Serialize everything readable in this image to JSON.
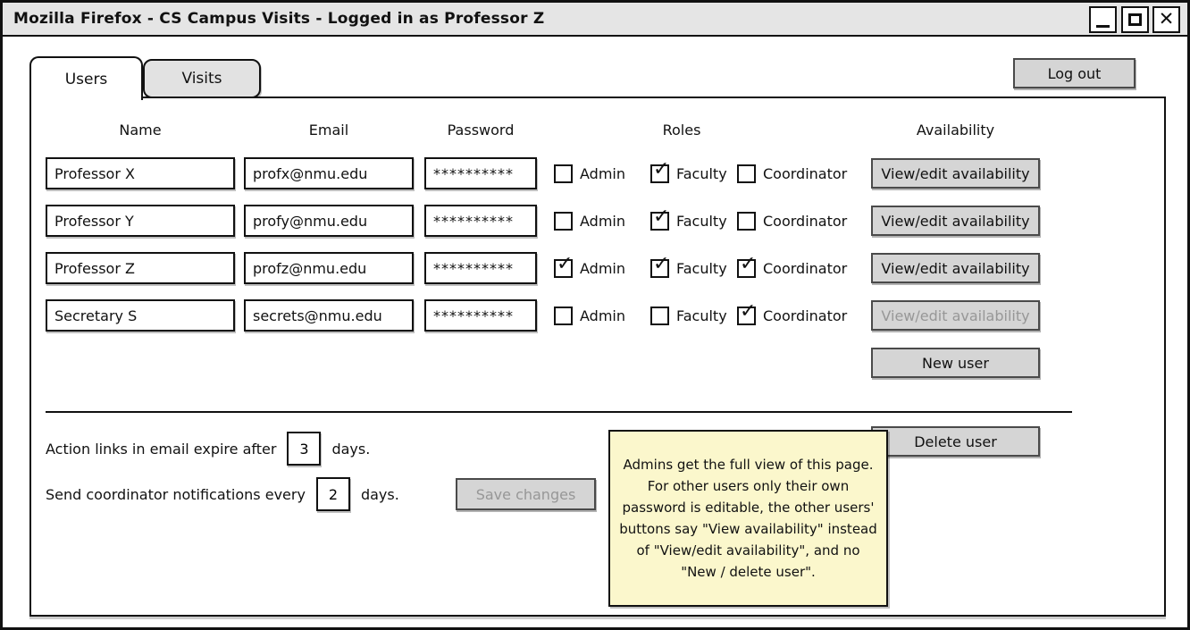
{
  "window": {
    "title": "Mozilla Firefox - CS Campus Visits - Logged in as Professor Z"
  },
  "tabs": [
    {
      "label": "Users",
      "active": true
    },
    {
      "label": "Visits",
      "active": false
    }
  ],
  "logout_label": "Log out",
  "table": {
    "headers": [
      "Name",
      "Email",
      "Password",
      "Roles",
      "Availability"
    ],
    "role_labels": [
      "Admin",
      "Faculty",
      "Coordinator"
    ],
    "rows": [
      {
        "name": "Professor X",
        "email": "profx@nmu.edu",
        "password": "**********",
        "admin": false,
        "faculty": true,
        "coordinator": false,
        "availability_label": "View/edit availability",
        "availability_enabled": true
      },
      {
        "name": "Professor Y",
        "email": "profy@nmu.edu",
        "password": "**********",
        "admin": false,
        "faculty": true,
        "coordinator": false,
        "availability_label": "View/edit availability",
        "availability_enabled": true
      },
      {
        "name": "Professor Z",
        "email": "profz@nmu.edu",
        "password": "**********",
        "admin": true,
        "faculty": true,
        "coordinator": true,
        "availability_label": "View/edit availability",
        "availability_enabled": true
      },
      {
        "name": "Secretary S",
        "email": "secrets@nmu.edu",
        "password": "**********",
        "admin": false,
        "faculty": false,
        "coordinator": true,
        "availability_label": "View/edit availability",
        "availability_enabled": false
      }
    ]
  },
  "buttons": {
    "new_user": "New user",
    "delete_user": "Delete user",
    "save_changes": "Save changes",
    "save_changes_enabled": false
  },
  "settings": [
    {
      "prefix": "Action links in email expire after",
      "value": "3",
      "suffix": "days."
    },
    {
      "prefix": "Send coordinator notifications every",
      "value": "2",
      "suffix": "days."
    }
  ],
  "note": {
    "text": "Admins get the full view of this page. For other users only their own password is editable, the other users' buttons say \"View availability\" instead of \"View/edit availability\", and no \"New / delete user\"."
  },
  "colors": {
    "titlebar_bg": "#e5e5e5",
    "button_bg": "#d5d5d5",
    "note_bg": "#fbf7cc",
    "disabled_text": "#979797",
    "border": "#111111"
  }
}
